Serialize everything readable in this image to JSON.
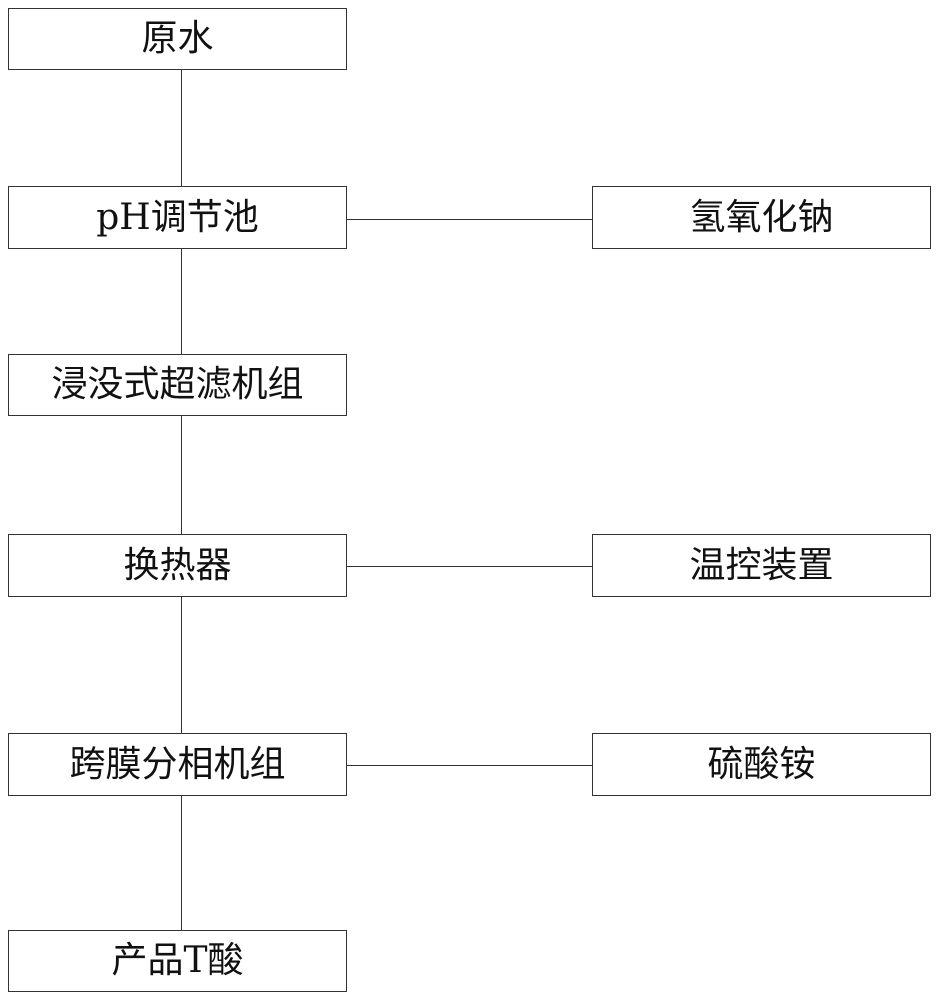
{
  "diagram": {
    "nodes": {
      "raw_water": "原水",
      "ph_tank": "pH调节池",
      "ultrafiltration": "浸没式超滤机组",
      "heat_exchanger": "换热器",
      "transmembrane": "跨膜分相机组",
      "product": "产品T酸",
      "sodium_hydroxide": "氢氧化钠",
      "temp_control": "温控装置",
      "ammonium_sulfate": "硫酸铵"
    },
    "edges": [
      {
        "from": "raw_water",
        "to": "ph_tank"
      },
      {
        "from": "ph_tank",
        "to": "ultrafiltration"
      },
      {
        "from": "ultrafiltration",
        "to": "heat_exchanger"
      },
      {
        "from": "heat_exchanger",
        "to": "transmembrane"
      },
      {
        "from": "transmembrane",
        "to": "product"
      },
      {
        "from": "ph_tank",
        "to": "sodium_hydroxide"
      },
      {
        "from": "heat_exchanger",
        "to": "temp_control"
      },
      {
        "from": "transmembrane",
        "to": "ammonium_sulfate"
      }
    ],
    "colors": {
      "border": "#333333",
      "text": "#111111",
      "background": "#ffffff"
    }
  }
}
